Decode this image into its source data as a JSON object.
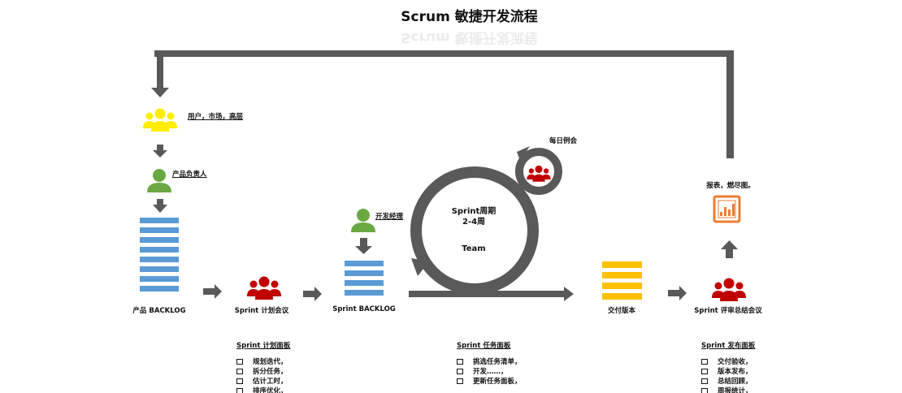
{
  "title": "Scrum 敏捷开发流程",
  "roles": {
    "stakeholders": "用户，市场，高层",
    "product_owner": "产品负责人",
    "dev_manager": "开发经理"
  },
  "stages": {
    "product_backlog": "产品 BACKLOG",
    "planning_meeting": "Sprint 计划会议",
    "sprint_backlog": "Sprint BACKLOG",
    "deliverable": "交付版本",
    "review_meeting": "Sprint 评审总结会议"
  },
  "cycle": {
    "period": "Sprint周期",
    "duration": "2-4周",
    "team": "Team",
    "daily": "每日例会"
  },
  "report": "报表，燃尽图。",
  "panels": [
    {
      "title": "Sprint 计划面板",
      "items": [
        "规划迭代，",
        "拆分任务，",
        "估计工时，",
        "排序优化，"
      ]
    },
    {
      "title": "Sprint 任务面板",
      "items": [
        "挑选任务清单，",
        "开发……，",
        "更新任务面板，"
      ]
    },
    {
      "title": "Sprint 发布面板",
      "items": [
        "交付验收，",
        "版本发布，",
        "总结回顾，",
        "周报统计，"
      ]
    }
  ],
  "colors": {
    "arrow": "#595959",
    "stakeholder": "#ffee00",
    "person": "#6aa843",
    "team": "#c00000",
    "backlog": "#5b9bd5",
    "deliverable": "#ffc000",
    "report": "#ed7d31"
  }
}
